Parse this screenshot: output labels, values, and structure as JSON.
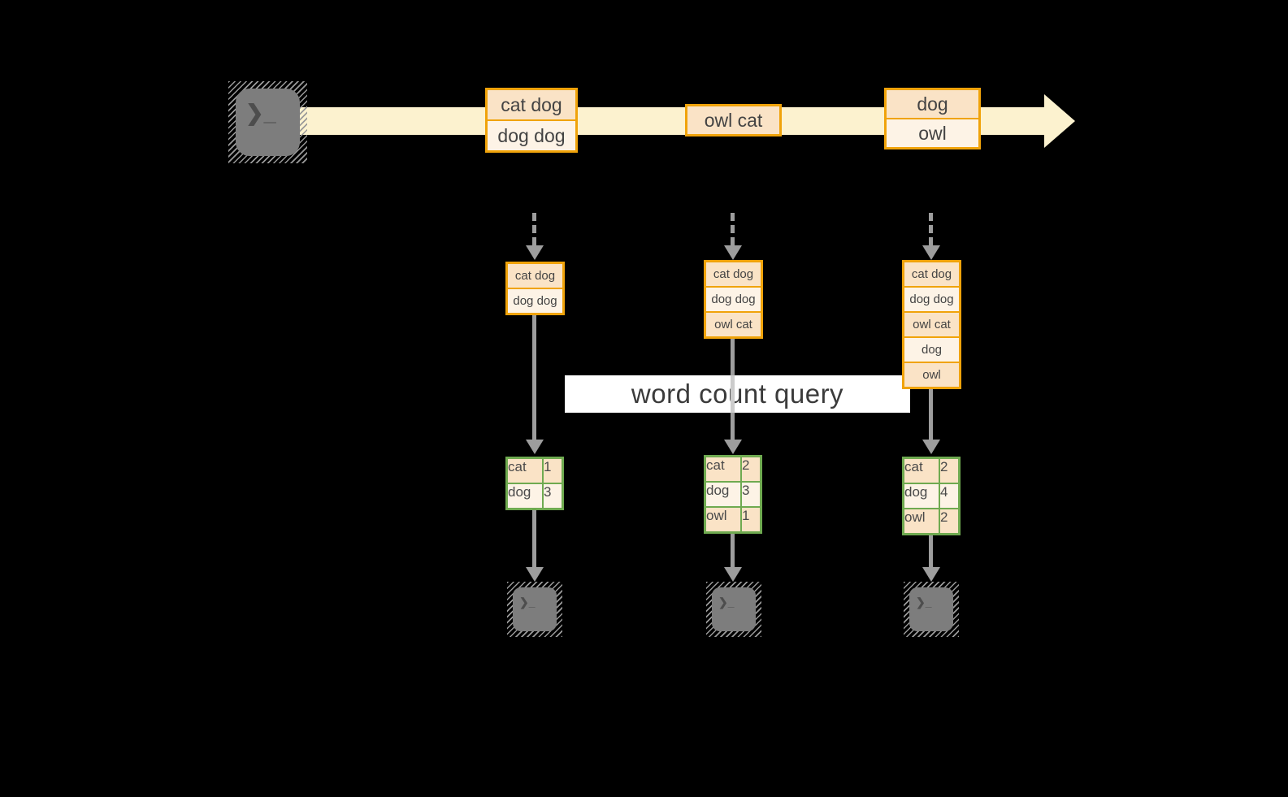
{
  "query_label": "word count query",
  "terminal_glyph": "❯_",
  "stream": {
    "source_icon": "terminal-icon",
    "events": [
      {
        "rows": [
          "cat dog",
          "dog dog"
        ]
      },
      {
        "rows": [
          "owl cat"
        ]
      },
      {
        "rows": [
          "dog",
          "owl"
        ]
      }
    ]
  },
  "workers": [
    {
      "buffer": [
        "cat dog",
        "dog dog"
      ],
      "counts": [
        [
          "cat",
          "1"
        ],
        [
          "dog",
          "3"
        ]
      ],
      "sink_icon": "terminal-icon"
    },
    {
      "buffer": [
        "cat dog",
        "dog dog",
        "owl cat"
      ],
      "counts": [
        [
          "cat",
          "2"
        ],
        [
          "dog",
          "3"
        ],
        [
          "owl",
          "1"
        ]
      ],
      "sink_icon": "terminal-icon"
    },
    {
      "buffer": [
        "cat dog",
        "dog dog",
        "owl cat",
        "dog",
        "owl"
      ],
      "counts": [
        [
          "cat",
          "2"
        ],
        [
          "dog",
          "4"
        ],
        [
          "owl",
          "2"
        ]
      ],
      "sink_icon": "terminal-icon"
    }
  ],
  "colors": {
    "background": "#000000",
    "stream_fill": "#fcf2cf",
    "amber_border": "#f0a30a",
    "event_cell_dark": "#fae3c6",
    "event_cell_light": "#fdf3e6",
    "green_border": "#6faa50",
    "green_cell_dark": "#dfe9d2",
    "green_cell_light": "#f0f5eb",
    "arrow_gray": "#9d9d9d",
    "terminal_gray": "#7d7d7d"
  }
}
